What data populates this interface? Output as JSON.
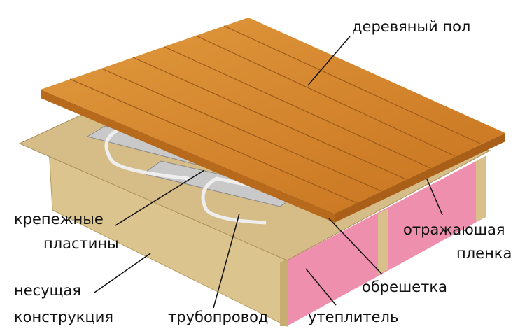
{
  "labels": {
    "floor": "деревяный пол",
    "plates_1": "крепежные",
    "plates_2": "пластины",
    "structure_1": "несущая",
    "structure_2": "конструкция",
    "pipe": "трубопровод",
    "insulation": "утеплитель",
    "battens": "обрешетка",
    "film_1": "отражаюшая",
    "film_2": "пленка"
  },
  "colors": {
    "floor": "#d4862c",
    "insulation": "#ef8fae",
    "wood": "#d9c08a"
  }
}
